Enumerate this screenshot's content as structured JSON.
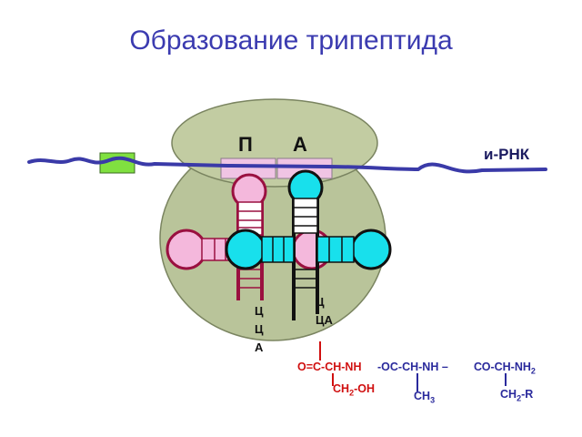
{
  "title": "Образование трипептида",
  "sites": {
    "p_site": "П",
    "a_site": "А"
  },
  "mrna_label": "и-РНК",
  "anticodons": {
    "left": [
      "Ц",
      "Ц",
      "А"
    ],
    "right": [
      "Ц",
      "ЦА"
    ]
  },
  "peptide": {
    "red_main": "О=С-СН-NH",
    "red_side": "СН",
    "red_side_sub": "2",
    "red_side_tail": "-ОН",
    "mid_main": "-ОС-СН-NH –",
    "mid_side": "СН",
    "mid_side_sub": "3",
    "right_main": "СО-СН-NH",
    "right_main_sub": "2",
    "right_side": "СН",
    "right_side_sub": "2",
    "right_side_tail": "-R"
  },
  "colors": {
    "title": "#3b3bb0",
    "ribosome": "#bcc69a",
    "mrna": "#3a3aa8",
    "trna_pink": "#f4b8dc",
    "trna_pink_stem": "#9a1040",
    "trna_cyan": "#18e0ec",
    "trna_black_stem": "#111111",
    "peptide_red": "#d01010",
    "peptide_blue": "#2a2a9c",
    "codon_box": "#80e040"
  }
}
